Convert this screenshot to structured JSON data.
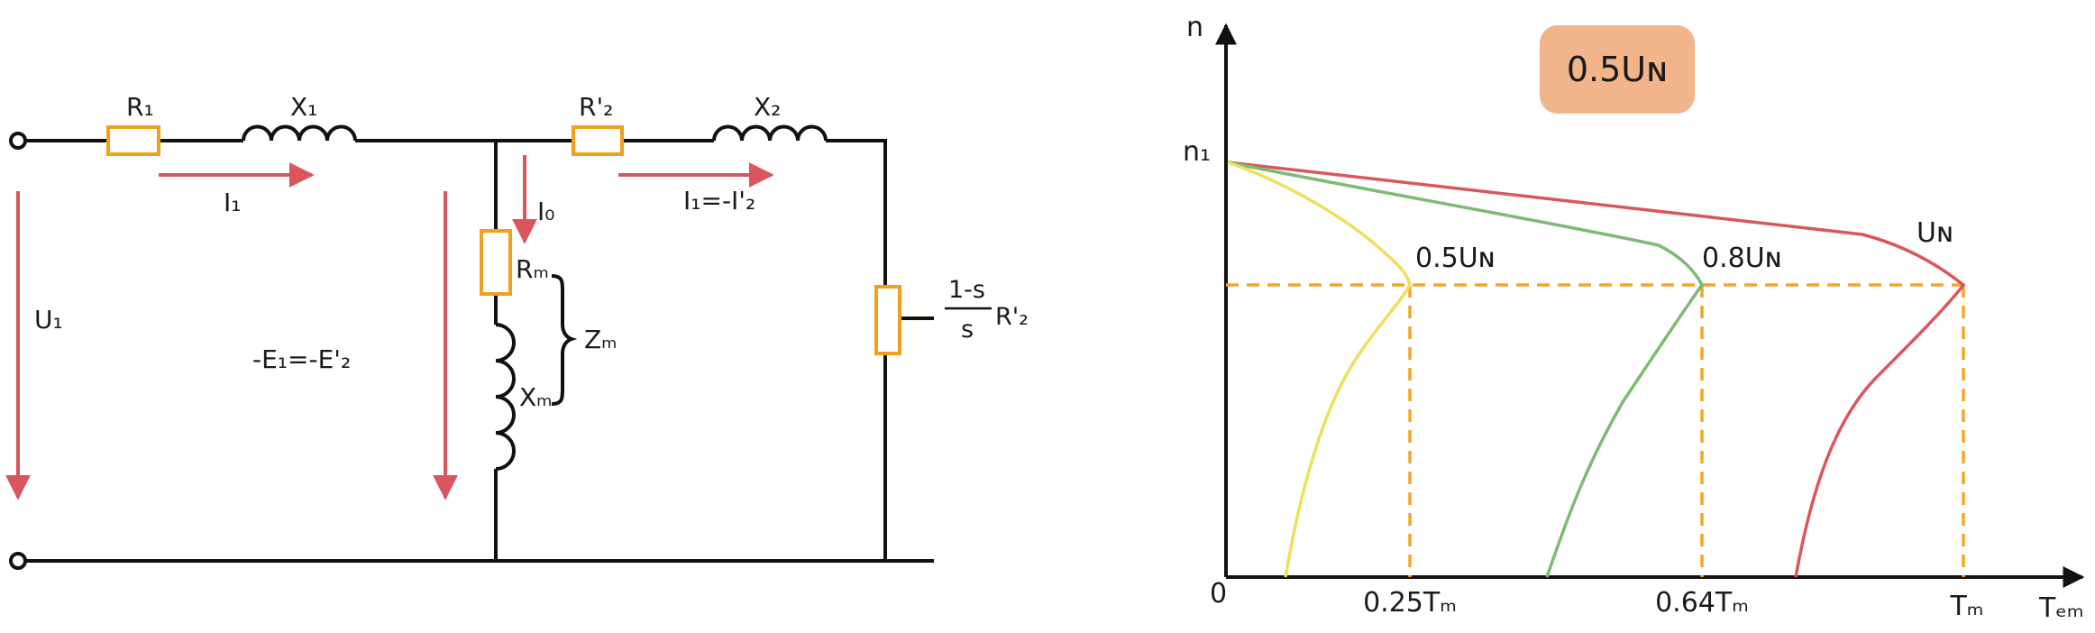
{
  "circuit": {
    "r1": "R₁",
    "x1": "X₁",
    "r2": "R'₂",
    "x2": "X₂",
    "i1": "I₁",
    "i0": "I₀",
    "i1_eq": "I₁=-I'₂",
    "u1": "U₁",
    "e1": "-E₁=-E'₂",
    "rm": "Rₘ",
    "xm": "Xₘ",
    "zm": "Zₘ",
    "load_num": "1-s",
    "load_den": "s",
    "load_r": "R'₂"
  },
  "chart": {
    "badge": "0.5Uɴ",
    "y_axis": "n",
    "x_axis": "Tₑₘ",
    "origin": "0",
    "n1": "n₁",
    "label_un": "Uɴ",
    "label_08": "0.8Uɴ",
    "label_05": "0.5Uɴ",
    "tick_025": "0.25Tₘ",
    "tick_064": "0.64Tₘ",
    "tick_tm": "Tₘ"
  },
  "colors": {
    "wire": "#111111",
    "resistor": "#f0a01e",
    "current_arrow": "#d9575c",
    "curve_un": "#d9575c",
    "curve_08": "#7dba73",
    "curve_05": "#ede05a",
    "dashed": "#f5a623",
    "badge_bg": "#f2b48a"
  },
  "chart_data": {
    "type": "line",
    "title": "0.5Uɴ",
    "xlabel": "Tₑₘ",
    "ylabel": "n",
    "x_ticks": [
      "0",
      "0.25Tₘ",
      "0.64Tₘ",
      "Tₘ"
    ],
    "y_ticks": [
      "n₁"
    ],
    "series": [
      {
        "name": "Uɴ",
        "peak_torque": "Tₘ"
      },
      {
        "name": "0.8Uɴ",
        "peak_torque": "0.64Tₘ"
      },
      {
        "name": "0.5Uɴ",
        "peak_torque": "0.25Tₘ"
      }
    ],
    "grid": false
  }
}
